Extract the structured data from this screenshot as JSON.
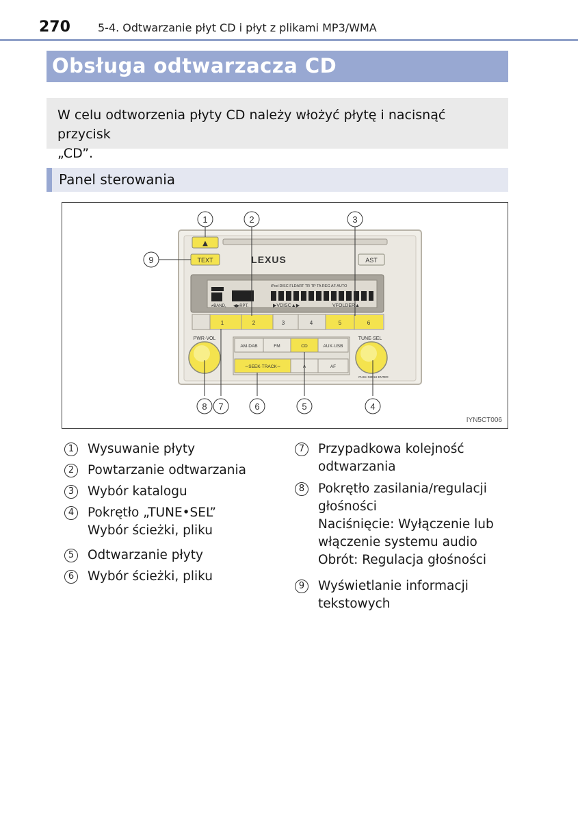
{
  "header": {
    "page_number": "270",
    "section": "5-4. Odtwarzanie płyt CD i płyt z plikami MP3/WMA"
  },
  "title": "Obsługa odtwarzacza CD",
  "intro": {
    "line1": "W celu odtworzenia płyty CD należy włożyć płytę i nacisnąć przycisk",
    "line2": "„CD”."
  },
  "subheading": "Panel sterowania",
  "figure": {
    "code": "IYN5CT006",
    "brand": "LEXUS",
    "buttons": {
      "eject": "▲",
      "text": "TEXT",
      "ast": "AST",
      "presets": [
        "1",
        "2",
        "3",
        "4",
        "5",
        "6"
      ],
      "am_dab": "AM·DAB",
      "fm": "FM",
      "cd": "CD",
      "aux": "AUX·USB",
      "seek_track": "∼SEEK·TRACK∼",
      "a": "A",
      "af": "AF"
    },
    "knobs": {
      "pwr_vol": "PWR·VOL",
      "tune_sel": "TUNE·SEL",
      "tune_sub": "PUSH MENU ENTER"
    },
    "display": {
      "top": "iPod DISC  FLDART TR      TP TA REG AF AUTO",
      "bottom_left": "≠BAND,",
      "bottom_mid": "◀▶RPT.",
      "disc": "▶VDISC▲▶",
      "folder": "VFOLDER▲"
    },
    "callouts": [
      "1",
      "2",
      "3",
      "4",
      "5",
      "6",
      "7",
      "8",
      "9"
    ]
  },
  "legend": {
    "left": [
      {
        "num": "1",
        "lines": [
          "Wysuwanie płyty"
        ]
      },
      {
        "num": "2",
        "lines": [
          "Powtarzanie odtwarzania"
        ]
      },
      {
        "num": "3",
        "lines": [
          "Wybór katalogu"
        ]
      },
      {
        "num": "4",
        "lines": [
          "Pokrętło „TUNE•SEL”",
          "Wybór ścieżki, pliku"
        ]
      },
      {
        "num": "5",
        "lines": [
          "Odtwarzanie płyty"
        ]
      },
      {
        "num": "6",
        "lines": [
          "Wybór ścieżki, pliku"
        ]
      }
    ],
    "right": [
      {
        "num": "7",
        "lines": [
          "Przypadkowa kolejność",
          "odtwarzania"
        ]
      },
      {
        "num": "8",
        "lines": [
          "Pokrętło zasilania/regulacji",
          "głośności",
          "Naciśnięcie: Wyłączenie lub",
          "włączenie systemu audio",
          "Obrót: Regulacja głośności"
        ]
      },
      {
        "num": "9",
        "lines": [
          "Wyświetlanie informacji",
          "tekstowych"
        ]
      }
    ]
  }
}
